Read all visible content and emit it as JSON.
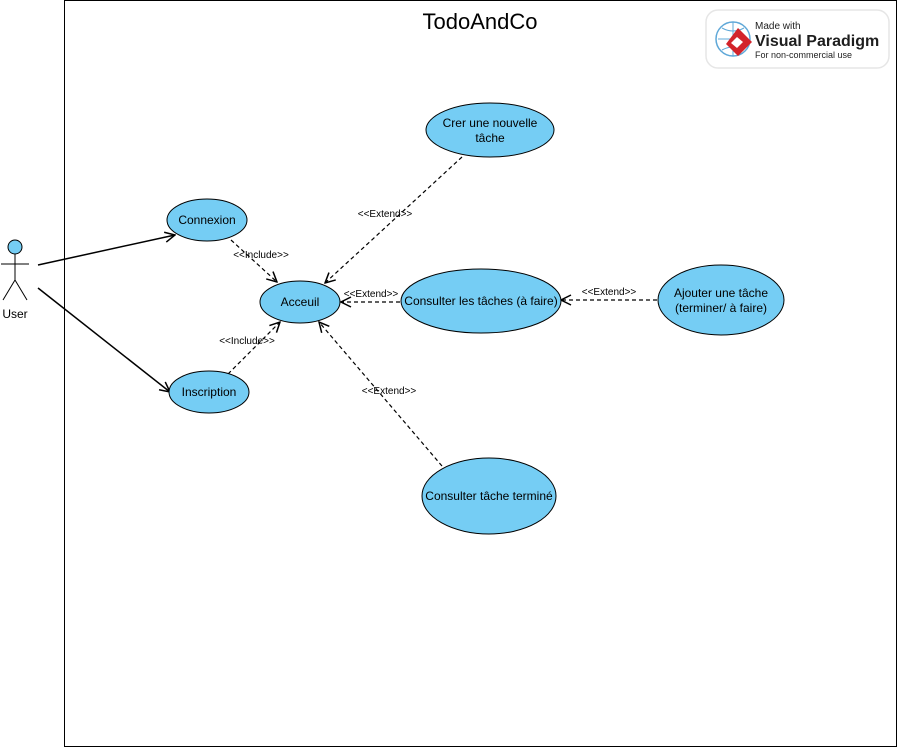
{
  "system": {
    "title": "TodoAndCo"
  },
  "actor": {
    "label": "User"
  },
  "use_cases": {
    "connexion": "Connexion",
    "inscription": "Inscription",
    "acceuil": "Acceuil",
    "creer_tache_l1": "Crer une nouvelle",
    "creer_tache_l2": "tâche",
    "consulter_taches": "Consulter les tâches (à faire)",
    "ajouter_tache_l1": "Ajouter une tâche",
    "ajouter_tache_l2": "(terminer/ à faire)",
    "consulter_terminee": "Consulter tâche terminé"
  },
  "relations": {
    "include_connexion": "<<Include>>",
    "include_inscription": "<<Include>>",
    "extend_creer": "<<Extend>>",
    "extend_consulter": "<<Extend>>",
    "extend_ajouter": "<<Extend>>",
    "extend_terminee": "<<Extend>>"
  },
  "watermark": {
    "line1": "Made with",
    "line2": "Visual Paradigm",
    "line3": "For non-commercial use"
  },
  "colors": {
    "usecase_fill": "#75cdf4",
    "stroke": "#000000",
    "logo_red": "#d3232a"
  }
}
